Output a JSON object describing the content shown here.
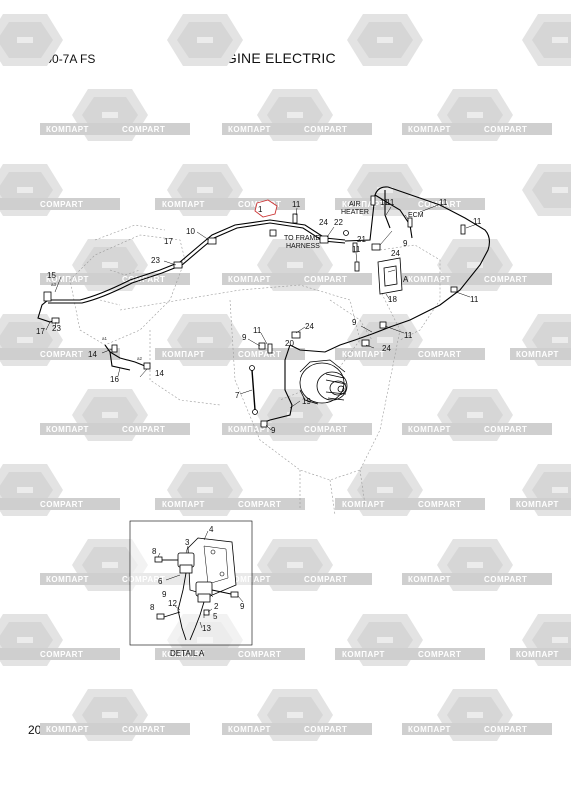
{
  "header": {
    "model": "R800-7A  FS",
    "title": "ENGINE ELECTRIC"
  },
  "page_number": "2040",
  "watermark": {
    "text_a": "КОМПАРТ",
    "text_b": "COMPART",
    "color": "#cfcfcf"
  },
  "labels": {
    "to_frame": "TO FRAME",
    "harness": "HARNESS",
    "air": "AIR",
    "heater": "HEATER",
    "ecm": "ECM",
    "detail_marker": "A",
    "detail_caption": "DETAIL  A"
  },
  "callouts": [
    {
      "id": "c1",
      "text": "1"
    },
    {
      "id": "c2",
      "text": "11"
    },
    {
      "id": "c3",
      "text": "24"
    },
    {
      "id": "c4",
      "text": "22"
    },
    {
      "id": "c5",
      "text": "21"
    },
    {
      "id": "c6",
      "text": "11"
    },
    {
      "id": "c7",
      "text": "11"
    },
    {
      "id": "c8",
      "text": "11"
    },
    {
      "id": "c9",
      "text": "9"
    },
    {
      "id": "c10",
      "text": "24"
    },
    {
      "id": "c11",
      "text": "18"
    },
    {
      "id": "c12",
      "text": "11"
    },
    {
      "id": "c13",
      "text": "11"
    },
    {
      "id": "c14",
      "text": "10"
    },
    {
      "id": "c15",
      "text": "17"
    },
    {
      "id": "c16",
      "text": "23"
    },
    {
      "id": "c17",
      "text": "15"
    },
    {
      "id": "c18",
      "text": "17"
    },
    {
      "id": "c19",
      "text": "23"
    },
    {
      "id": "c20",
      "text": "14"
    },
    {
      "id": "c21",
      "text": "16"
    },
    {
      "id": "c22",
      "text": "14"
    },
    {
      "id": "c23",
      "text": "11"
    },
    {
      "id": "c24",
      "text": "9"
    },
    {
      "id": "c25",
      "text": "20"
    },
    {
      "id": "c26",
      "text": "24"
    },
    {
      "id": "c27",
      "text": "9"
    },
    {
      "id": "c28",
      "text": "11"
    },
    {
      "id": "c29",
      "text": "24"
    },
    {
      "id": "c30",
      "text": "7"
    },
    {
      "id": "c31",
      "text": "19"
    },
    {
      "id": "c32",
      "text": "9"
    },
    {
      "id": "c33",
      "text": "4"
    },
    {
      "id": "c34",
      "text": "8"
    },
    {
      "id": "c35",
      "text": "3"
    },
    {
      "id": "c36",
      "text": "6"
    },
    {
      "id": "c37",
      "text": "9"
    },
    {
      "id": "c38",
      "text": "8"
    },
    {
      "id": "c39",
      "text": "12"
    },
    {
      "id": "c40",
      "text": "2"
    },
    {
      "id": "c41",
      "text": "5"
    },
    {
      "id": "c42",
      "text": "13"
    },
    {
      "id": "c43",
      "text": "11"
    }
  ]
}
